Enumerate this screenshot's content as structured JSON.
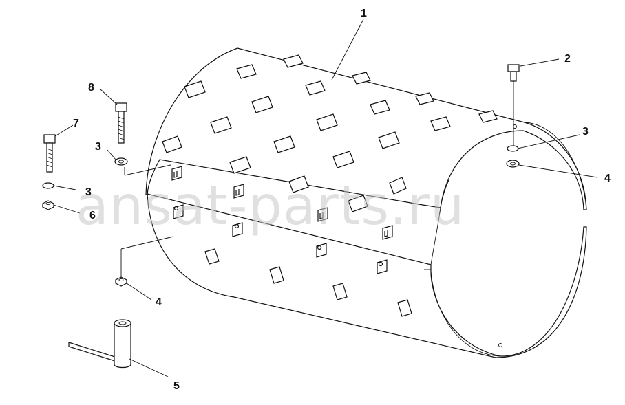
{
  "watermark": "ansat-parts.ru",
  "callouts": {
    "c1": "1",
    "c2": "2",
    "c3a": "3",
    "c3b": "3",
    "c3c": "3",
    "c4a": "4",
    "c4b": "4",
    "c5": "5",
    "c6": "6",
    "c7": "7",
    "c8": "8"
  }
}
